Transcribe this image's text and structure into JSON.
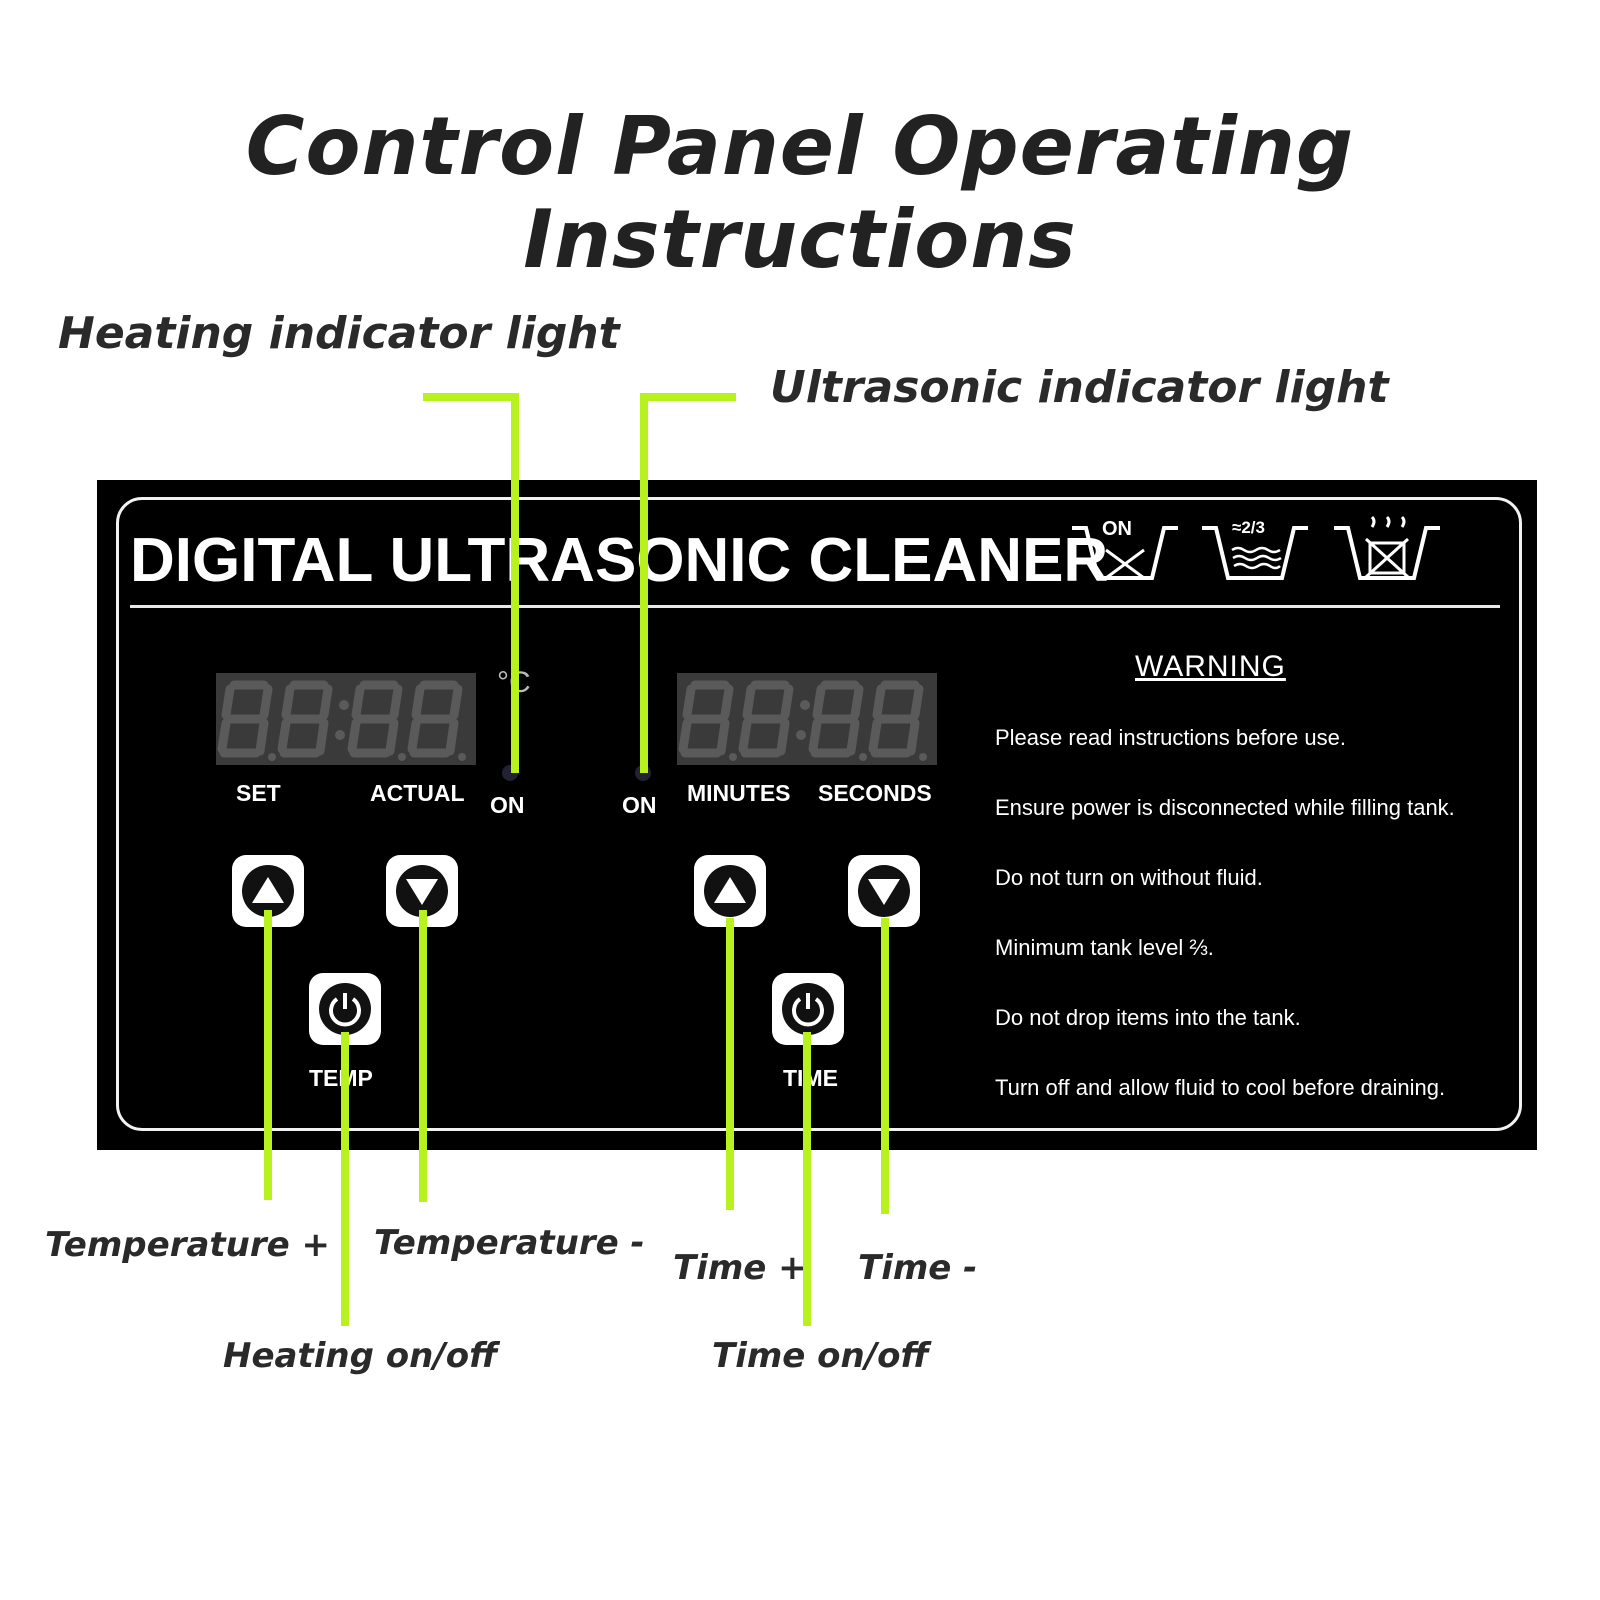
{
  "title": "Control Panel Operating Instructions",
  "callouts": {
    "heating_light": "Heating indicator light",
    "ultrasonic_light": "Ultrasonic indicator light",
    "temp_plus": "Temperature +",
    "temp_minus": "Temperature -",
    "heating_onoff": "Heating on/off",
    "time_plus": "Time +",
    "time_minus": "Time -",
    "time_onoff": "Time on/off"
  },
  "panel": {
    "brand": "DIGITAL ULTRASONIC CLEANER",
    "icons": [
      "ON",
      "≈2/3",
      ""
    ],
    "icon_names": [
      "power-on-tank-icon",
      "fill-level-tank-icon",
      "no-heat-drain-icon"
    ],
    "temp_display": "88:88",
    "time_display": "88:88",
    "degree_unit": "°C",
    "labels": {
      "set": "SET",
      "actual": "ACTUAL",
      "heat_on": "ON",
      "ultra_on": "ON",
      "minutes": "MINUTES",
      "seconds": "SECONDS",
      "temp": "TEMP",
      "time": "TIME"
    },
    "warning": {
      "title": "WARNING",
      "lines": [
        "Please read instructions before use.",
        "Ensure power is disconnected while filling tank.",
        "Do not turn on without fluid.",
        "Minimum tank level ⅔.",
        "Do not drop items into the tank.",
        "Turn off and allow fluid to cool before draining."
      ]
    }
  },
  "colors": {
    "leader_line": "#b8f21e",
    "panel_bg": "#000000"
  }
}
